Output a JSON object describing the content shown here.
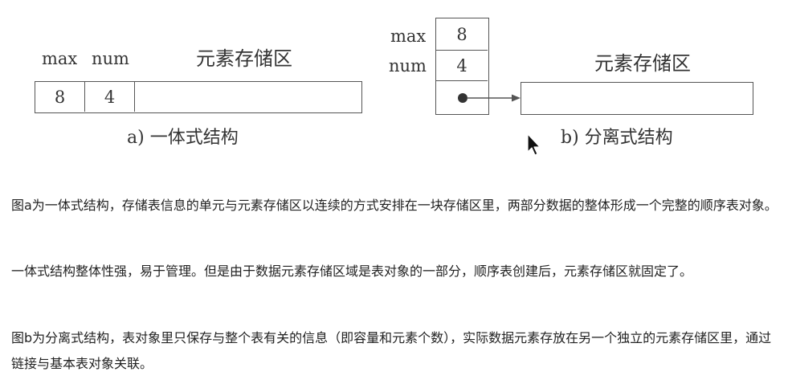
{
  "figure": {
    "a": {
      "label_max": "max",
      "label_num": "num",
      "label_area": "元素存储区",
      "value_max": "8",
      "value_num": "4",
      "caption": "a) 一体式结构"
    },
    "b": {
      "label_max": "max",
      "label_num": "num",
      "label_area": "元素存储区",
      "value_max": "8",
      "value_num": "4",
      "caption": "b) 分离式结构"
    }
  },
  "paragraphs": [
    "图a为一体式结构，存储表信息的单元与元素存储区以连续的方式安排在一块存储区里，两部分数据的整体形成一个完整的顺序表对象。",
    "一体式结构整体性强，易于管理。但是由于数据元素存储区域是表对象的一部分，顺序表创建后，元素存储区就固定了。",
    "图b为分离式结构，表对象里只保存与整个表有关的信息（即容量和元素个数），实际数据元素存放在另一个独立的元素存储区里，通过链接与基本表对象关联。"
  ]
}
